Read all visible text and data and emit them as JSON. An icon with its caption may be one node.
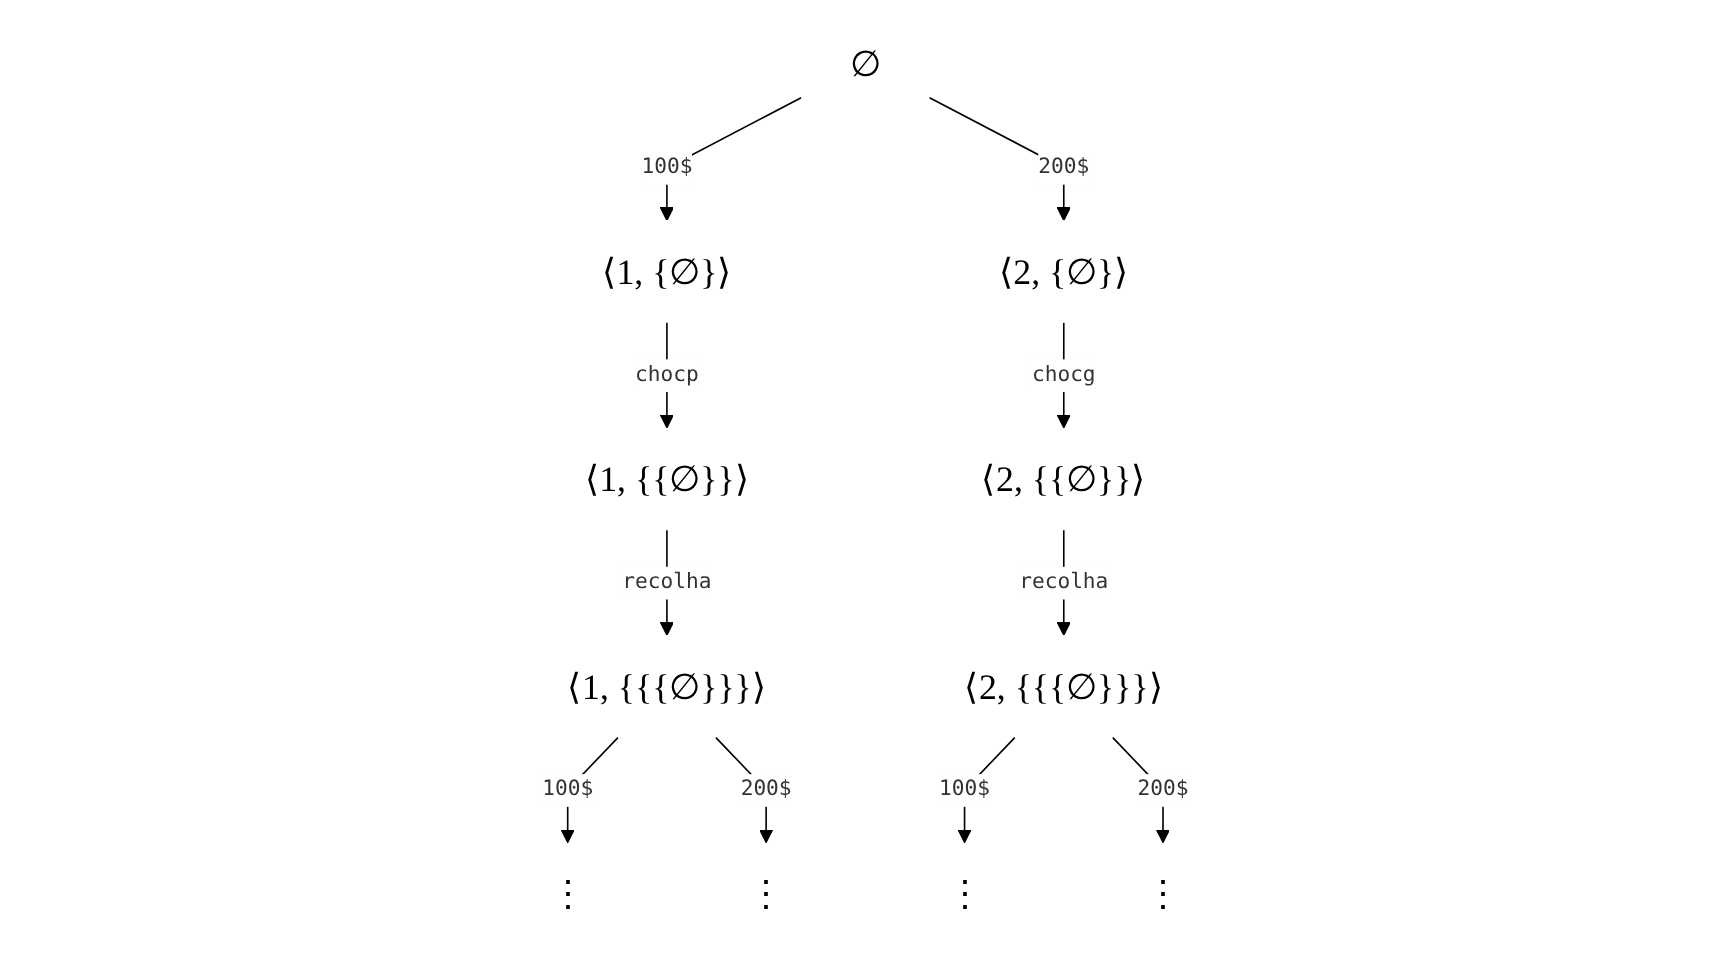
{
  "diagram": {
    "nodes": [
      {
        "text": [
          "∅"
        ]
      },
      {
        "text": [
          "⟨1, {∅}⟩"
        ]
      },
      {
        "text": [
          "⟨2, {∅}⟩"
        ]
      },
      {
        "text": [
          "⟨1, {{∅}}⟩"
        ]
      },
      {
        "text": [
          "⟨2, {{∅}}⟩"
        ]
      },
      {
        "text": [
          "⟨1, {{{∅}}}⟩"
        ]
      },
      {
        "text": [
          "⟨2, {{{∅}}}⟩"
        ]
      },
      {
        "text": [
          "⋮"
        ]
      },
      {
        "text": [
          "⋮"
        ]
      },
      {
        "text": [
          "⋮"
        ]
      },
      {
        "text": [
          "⋮"
        ]
      }
    ],
    "edges": [
      {
        "from": 0,
        "to": 1,
        "arrow": "to",
        "label": "100$"
      },
      {
        "from": 0,
        "to": 2,
        "arrow": "to",
        "label": "200$"
      },
      {
        "from": 1,
        "to": 3,
        "arrow": "to",
        "label": "chocp"
      },
      {
        "from": 2,
        "to": 4,
        "arrow": "to",
        "label": "chocg"
      },
      {
        "from": 3,
        "to": 5,
        "arrow": "to",
        "label": "recolha"
      },
      {
        "from": 4,
        "to": 6,
        "arrow": "to",
        "label": "recolha"
      },
      {
        "from": 5,
        "to": 7,
        "arrow": "to",
        "label": "100$"
      },
      {
        "from": 5,
        "to": 8,
        "arrow": "to",
        "label": "200$"
      },
      {
        "from": 6,
        "to": 9,
        "arrow": "to",
        "label": "100$"
      },
      {
        "from": 6,
        "to": 10,
        "arrow": "to",
        "label": "200$"
      }
    ]
  }
}
